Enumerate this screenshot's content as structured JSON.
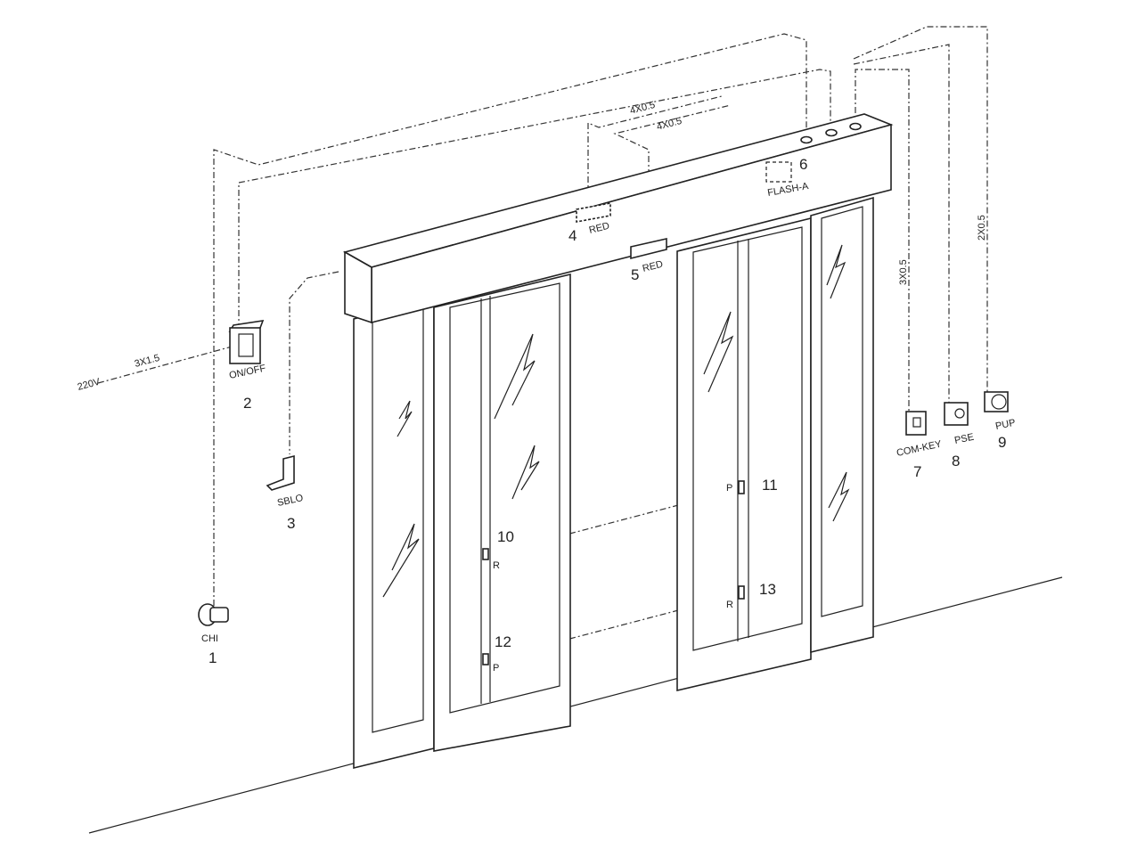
{
  "components": [
    {
      "number": "1",
      "label": "CHI"
    },
    {
      "number": "2",
      "label": "ON/OFF"
    },
    {
      "number": "3",
      "label": "SBLO"
    },
    {
      "number": "4",
      "label": "RED"
    },
    {
      "number": "5",
      "label": "RED"
    },
    {
      "number": "6",
      "label": "FLASH-A"
    },
    {
      "number": "7",
      "label": "COM-KEY"
    },
    {
      "number": "8",
      "label": "PSE"
    },
    {
      "number": "9",
      "label": "PUP"
    },
    {
      "number": "10",
      "label": "R"
    },
    {
      "number": "11",
      "label": "P"
    },
    {
      "number": "12",
      "label": "P"
    },
    {
      "number": "13",
      "label": "R"
    }
  ],
  "cables": {
    "power": "220V",
    "power_cable": "3X1.5",
    "radar4_cable": "4X0.5",
    "radar5_cable": "4X0.5",
    "comkey_cable": "3X0.5",
    "pup_cable": "2X0.5"
  }
}
